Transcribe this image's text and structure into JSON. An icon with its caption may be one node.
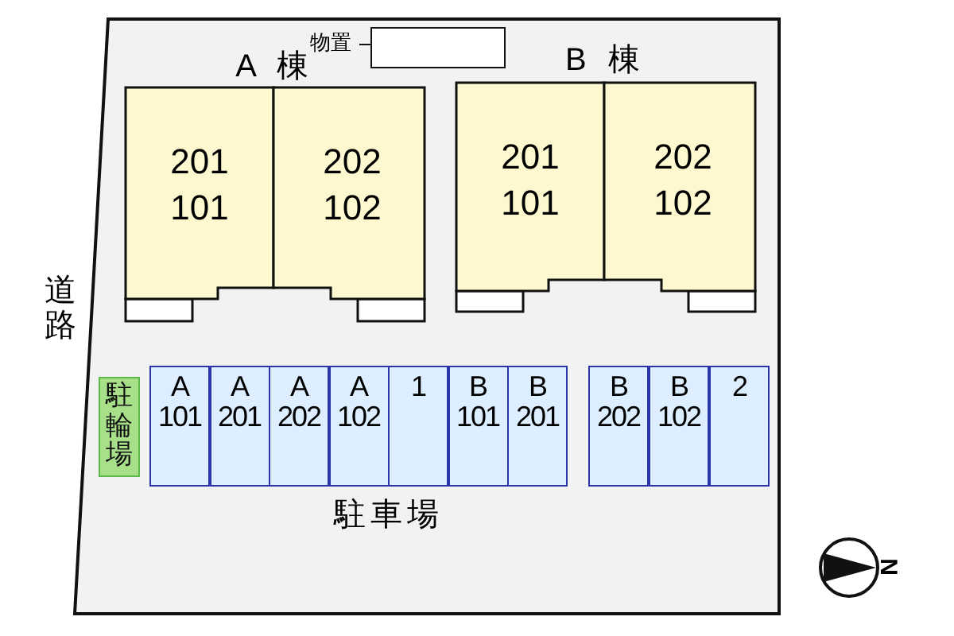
{
  "diagram": {
    "nodes": [
      {
        "text": [
          "物置"
        ]
      },
      {
        "text": [],
        "shape": "box"
      },
      {
        "text": [
          "A 棟"
        ]
      },
      {
        "text": [
          "201",
          "101"
        ],
        "in": 2
      },
      {
        "text": [
          "202",
          "102"
        ],
        "in": 2
      },
      {
        "text": [
          "B 棟"
        ]
      },
      {
        "text": [
          "201",
          "101"
        ],
        "in": 5
      },
      {
        "text": [
          "202",
          "102"
        ],
        "in": 5
      },
      {
        "text": [
          "駐輪場"
        ]
      },
      {
        "text": [
          "A",
          "101"
        ]
      },
      {
        "text": [
          "A",
          "201"
        ]
      },
      {
        "text": [
          "A",
          "202"
        ]
      },
      {
        "text": [
          "A",
          "102"
        ]
      },
      {
        "text": [
          "1"
        ]
      },
      {
        "text": [
          "B",
          "101"
        ]
      },
      {
        "text": [
          "B",
          "201"
        ]
      },
      {
        "text": [
          "B",
          "202"
        ]
      },
      {
        "text": [
          "B",
          "102"
        ]
      },
      {
        "text": [
          "2"
        ]
      }
    ],
    "edges": [
      {
        "from": 0,
        "to": 1,
        "arrow": "none"
      }
    ],
    "labels": [
      "道路",
      "駐車場",
      "N"
    ]
  }
}
